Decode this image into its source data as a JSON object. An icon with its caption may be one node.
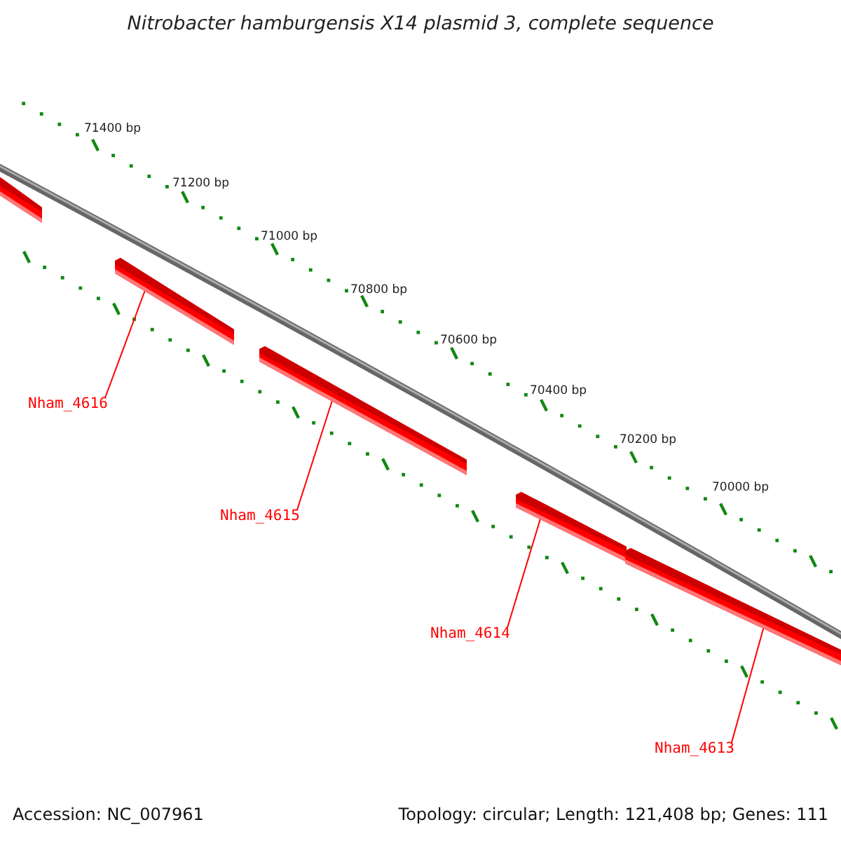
{
  "diagram": {
    "title": "Nitrobacter hamburgensis X14 plasmid 3, complete sequence",
    "nodes": [
      {
        "text": [],
        "shape": "bar"
      },
      {
        "text": [],
        "shape": "bar"
      },
      {
        "text": [],
        "shape": "bar"
      },
      {
        "text": [],
        "shape": "bar"
      },
      {
        "text": [],
        "shape": "bar"
      },
      {
        "text": [
          "Nham_4616"
        ]
      },
      {
        "text": [
          "Nham_4615"
        ]
      },
      {
        "text": [
          "Nham_4614"
        ]
      },
      {
        "text": [
          "Nham_4613"
        ]
      }
    ],
    "edges": [
      {
        "from": 5,
        "to": 1,
        "arrow": "none"
      },
      {
        "from": 6,
        "to": 2,
        "arrow": "none"
      },
      {
        "from": 7,
        "to": 3,
        "arrow": "none"
      },
      {
        "from": 8,
        "to": 4,
        "arrow": "none"
      }
    ],
    "labels": [
      "71400 bp",
      "71200 bp",
      "71000 bp",
      "70800 bp",
      "70600 bp",
      "70400 bp",
      "70200 bp",
      "70000 bp",
      "Accession: NC_007961",
      "Topology: circular; Length: 121,408 bp; Genes: 111"
    ]
  }
}
